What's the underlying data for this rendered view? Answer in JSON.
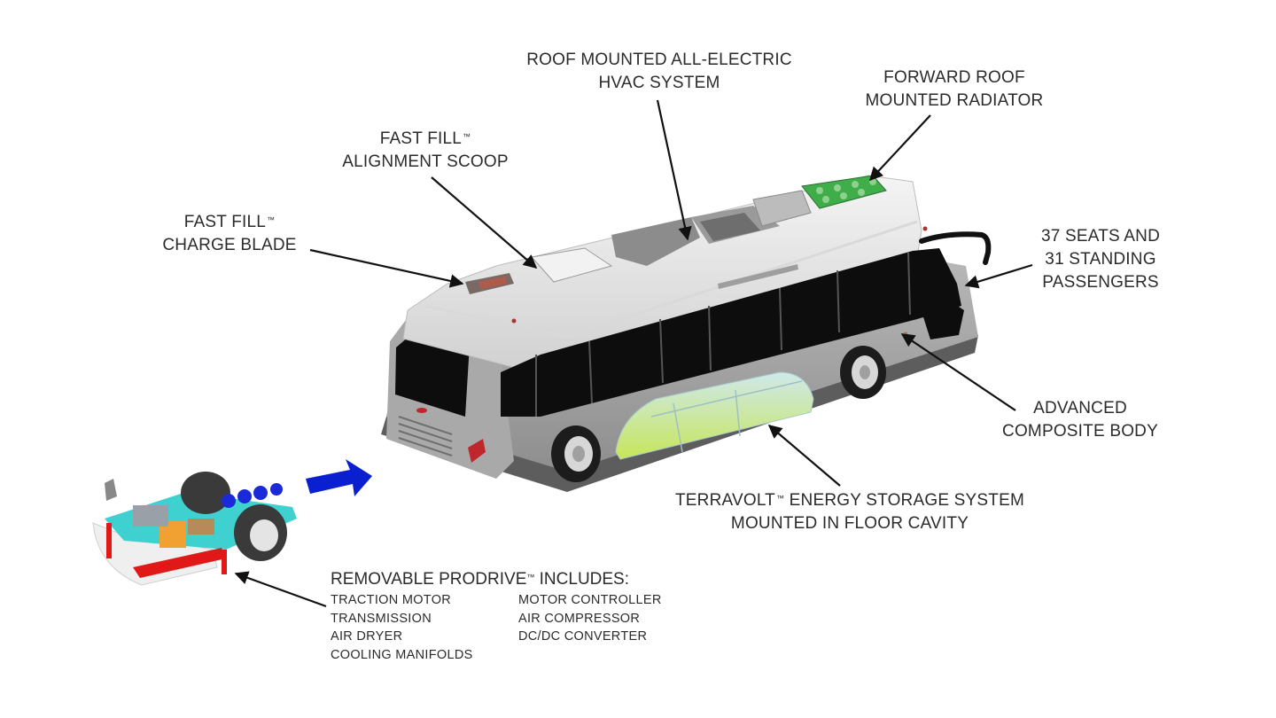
{
  "diagram": {
    "subject": "Battery-electric transit bus cutaway",
    "colors": {
      "background": "#ffffff",
      "text": "#2b2b2b",
      "leader_lines": "#111111",
      "bus_body": "#c8c8c8",
      "windows": "#0d0d0d",
      "battery_pack": "#b9e3d8",
      "battery_cells": "#c9e84a",
      "radiator": "#3fae4a",
      "direction_arrow": "#0a1fd0",
      "prodrive_frame": "#3fd0d0",
      "prodrive_red": "#e01818"
    },
    "callouts": {
      "hvac": {
        "line1": "ROOF MOUNTED ALL-ELECTRIC",
        "line2": "HVAC SYSTEM"
      },
      "radiator": {
        "line1": "FORWARD ROOF",
        "line2": "MOUNTED RADIATOR"
      },
      "scoop": {
        "line1": "FAST FILL",
        "tm": "™",
        "line2": "ALIGNMENT SCOOP"
      },
      "blade": {
        "line1": "FAST FILL",
        "tm": "™",
        "line2": "CHARGE BLADE"
      },
      "seating": {
        "line1": "37 SEATS AND",
        "line2": "31 STANDING",
        "line3": "PASSENGERS"
      },
      "body": {
        "line1": "ADVANCED",
        "line2": "COMPOSITE BODY"
      },
      "energy": {
        "line1a": "TERRAVOLT",
        "tm": "™",
        "line1b": " ENERGY STORAGE SYSTEM",
        "line2": "MOUNTED IN FLOOR CAVITY"
      }
    },
    "prodrive": {
      "title_a": "REMOVABLE PRODRIVE",
      "tm": "™",
      "title_b": " INCLUDES:",
      "column1": [
        "TRACTION MOTOR",
        "TRANSMISSION",
        "AIR DRYER",
        "COOLING MANIFOLDS"
      ],
      "column2": [
        "MOTOR CONTROLLER",
        "AIR COMPRESSOR",
        "DC/DC CONVERTER"
      ]
    }
  }
}
